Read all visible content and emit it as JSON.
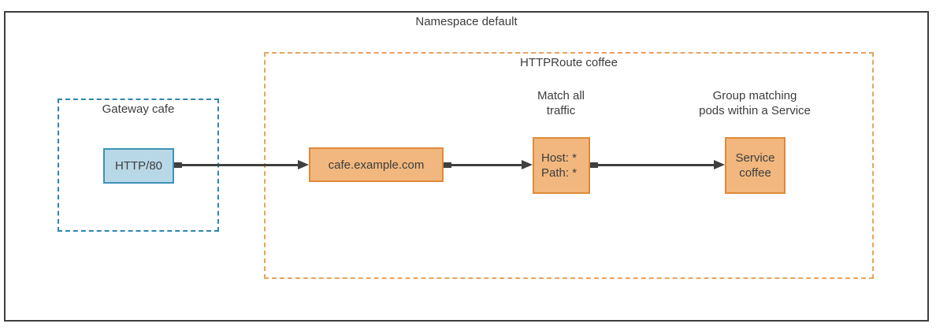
{
  "namespace": {
    "label": "Namespace default"
  },
  "gateway": {
    "label": "Gateway cafe",
    "listener_label": "HTTP/80"
  },
  "httproute": {
    "label": "HTTPRoute coffee",
    "hostname_label": "cafe.example.com",
    "match_caption_line1": "Match all",
    "match_caption_line2": "traffic",
    "match_host": "Host: *",
    "match_path": "Path: *",
    "backend_caption_line1": "Group matching",
    "backend_caption_line2": "pods within a Service",
    "service_line1": "Service",
    "service_line2": "coffee"
  },
  "colors": {
    "outer_border": "#3e3e3e",
    "gateway_dashed_border": "#2e86ab",
    "listener_fill": "#b9d8e7",
    "listener_border": "#3e92b5",
    "httproute_dashed_border": "#e9a35c",
    "node_fill": "#f1b77e",
    "node_border": "#de8a39",
    "arrow": "#3f3f3f",
    "text": "#3d3d3d"
  }
}
